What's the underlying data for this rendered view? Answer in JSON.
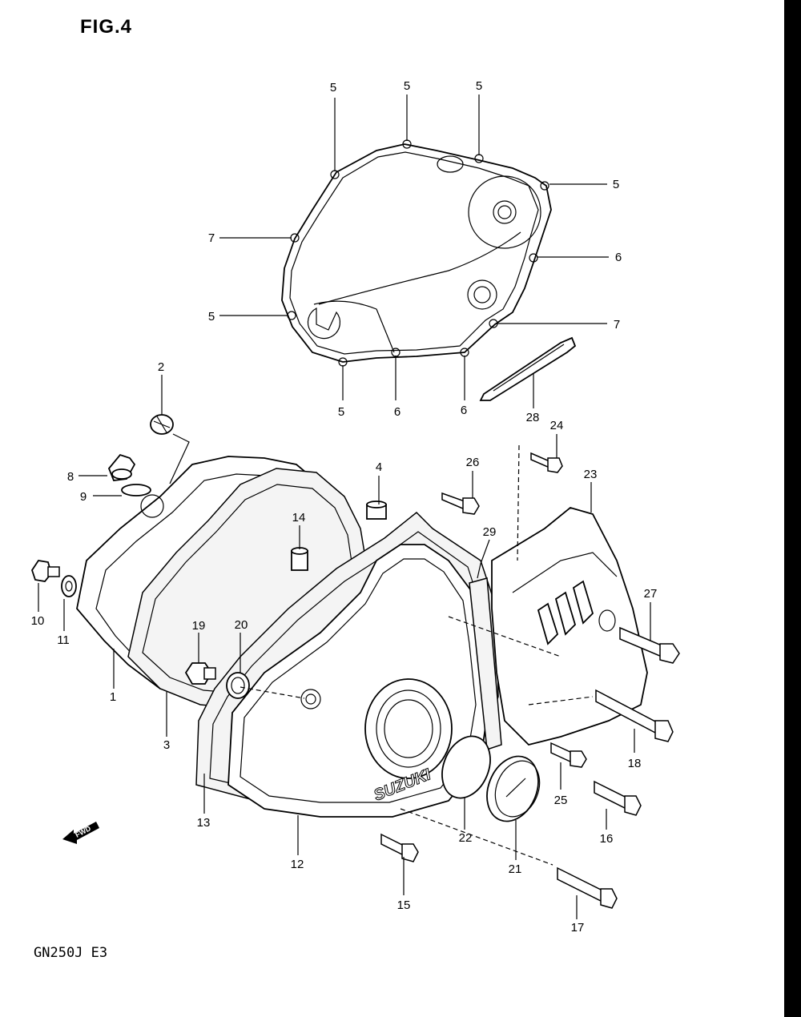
{
  "figure": {
    "title": "FIG.4",
    "model_code": "GN250J E3"
  },
  "parts_diagram": {
    "brand_logo": "SUZUKI",
    "direction_label": "FWD",
    "callouts": [
      {
        "id": "c5a",
        "number": "5"
      },
      {
        "id": "c5b",
        "number": "5"
      },
      {
        "id": "c5c",
        "number": "5"
      },
      {
        "id": "c5d",
        "number": "5"
      },
      {
        "id": "c7a",
        "number": "7"
      },
      {
        "id": "c6a",
        "number": "6"
      },
      {
        "id": "c5e",
        "number": "5"
      },
      {
        "id": "c7b",
        "number": "7"
      },
      {
        "id": "c5f",
        "number": "5"
      },
      {
        "id": "c6b",
        "number": "6"
      },
      {
        "id": "c6c",
        "number": "6"
      },
      {
        "id": "c28",
        "number": "28"
      },
      {
        "id": "c2",
        "number": "2"
      },
      {
        "id": "c24",
        "number": "24"
      },
      {
        "id": "c4",
        "number": "4"
      },
      {
        "id": "c26",
        "number": "26"
      },
      {
        "id": "c23",
        "number": "23"
      },
      {
        "id": "c8",
        "number": "8"
      },
      {
        "id": "c9",
        "number": "9"
      },
      {
        "id": "c14",
        "number": "14"
      },
      {
        "id": "c29",
        "number": "29"
      },
      {
        "id": "c27",
        "number": "27"
      },
      {
        "id": "c10",
        "number": "10"
      },
      {
        "id": "c11",
        "number": "11"
      },
      {
        "id": "c19",
        "number": "19"
      },
      {
        "id": "c20",
        "number": "20"
      },
      {
        "id": "c1",
        "number": "1"
      },
      {
        "id": "c3",
        "number": "3"
      },
      {
        "id": "c18",
        "number": "18"
      },
      {
        "id": "c13",
        "number": "13"
      },
      {
        "id": "c25",
        "number": "25"
      },
      {
        "id": "c22",
        "number": "22"
      },
      {
        "id": "c16",
        "number": "16"
      },
      {
        "id": "c21",
        "number": "21"
      },
      {
        "id": "c12",
        "number": "12"
      },
      {
        "id": "c15",
        "number": "15"
      },
      {
        "id": "c17",
        "number": "17"
      }
    ]
  }
}
